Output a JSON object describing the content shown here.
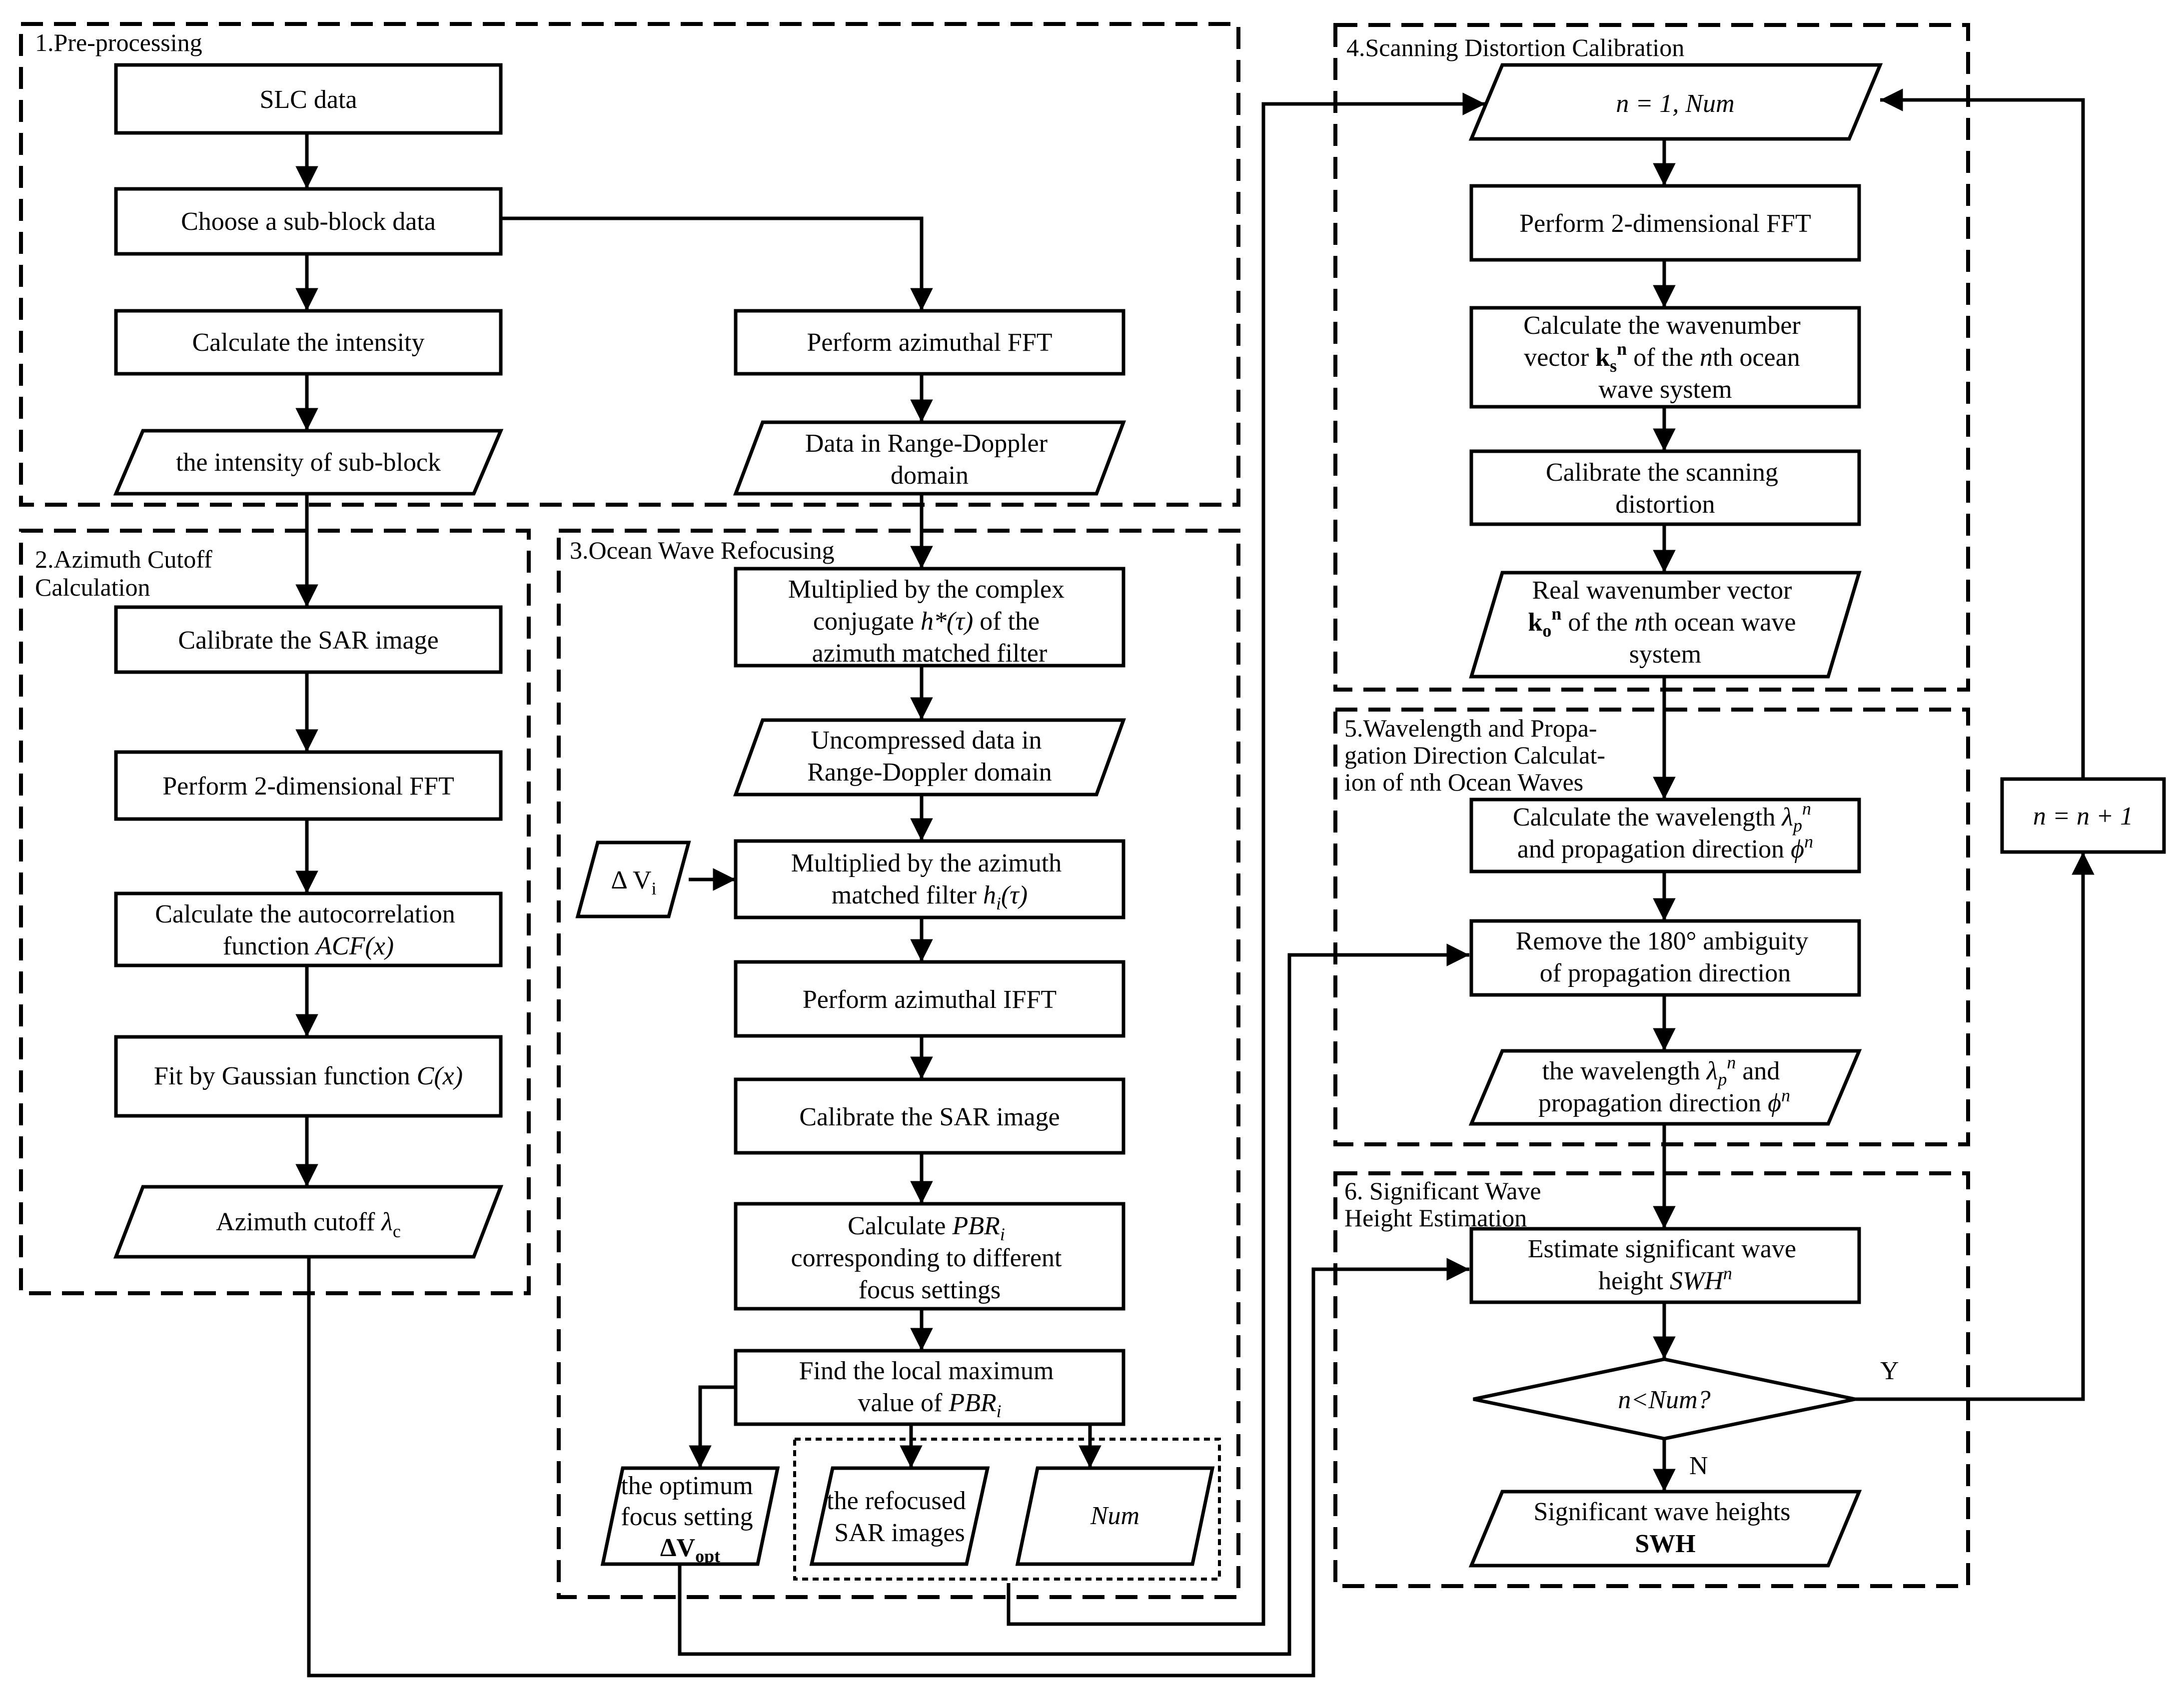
{
  "sections": {
    "s1": "1.Pre-processing",
    "s2": [
      "2.Azimuth Cutoff",
      "Calculation"
    ],
    "s3": "3.Ocean Wave Refocusing",
    "s4": "4.Scanning Distortion Calibration",
    "s5": [
      "5.Wavelength and Propa-",
      "gation Direction Calculat-",
      "ion of nth Ocean Waves"
    ],
    "s6": [
      "6. Significant Wave",
      "Height Estimation"
    ]
  },
  "nodes": {
    "slc": "SLC data",
    "choose": "Choose a sub-block data",
    "intensity": "Calculate the intensity",
    "intensity_out": "the intensity of sub-block",
    "az_fft": "Perform azimuthal FFT",
    "rd_data": [
      "Data in Range-Doppler",
      "domain"
    ],
    "calib_sar_2": "Calibrate the SAR image",
    "fft2d_2": "Perform 2-dimensional FFT",
    "acf": [
      "Calculate the autocorrelation",
      "function",
      "ACF(x)"
    ],
    "gauss": [
      "Fit by Gaussian function",
      "C(x)"
    ],
    "az_cutoff": [
      "Azimuth cutoff",
      "λ",
      "c"
    ],
    "mult_conj": [
      "Multiplied by the complex",
      "conjugate",
      "h*(τ)",
      "of the",
      "azimuth matched filter"
    ],
    "uncompressed": [
      "Uncompressed data in",
      "Range-Doppler domain"
    ],
    "delta_v": [
      "Δ V",
      "i"
    ],
    "mult_filter": [
      "Multiplied by the azimuth",
      "matched filter",
      "h",
      "i",
      "(τ)"
    ],
    "ifft": "Perform azimuthal IFFT",
    "calib_sar_3": "Calibrate the SAR image",
    "pbr": [
      "Calculate",
      "PBR",
      "i",
      "corresponding to different",
      "focus settings"
    ],
    "local_max": [
      "Find the local maximum",
      "value of",
      "PBR",
      "i"
    ],
    "optimum": [
      "the optimum",
      "focus setting",
      "ΔV",
      "opt"
    ],
    "refocused": [
      "the refocused",
      "SAR images"
    ],
    "num_out": "Num",
    "loop_start": [
      "n = 1,",
      "Num"
    ],
    "fft2d_4": "Perform 2-dimensional FFT",
    "wavenumber": [
      "Calculate the wavenumber",
      "vector",
      "k",
      "s",
      "n",
      "of the",
      "n",
      "th ocean",
      "wave system"
    ],
    "calib_scan": [
      "Calibrate the scanning",
      "distortion"
    ],
    "real_wn": [
      "Real wavenumber vector",
      "k",
      "o",
      "n",
      "of the",
      "n",
      "th ocean wave",
      "system"
    ],
    "wavelength": [
      "Calculate the wavelength",
      "λ",
      "p",
      "n",
      "and propagation direction",
      "ϕ",
      "n"
    ],
    "ambiguity": [
      "Remove the 180° ambiguity",
      "of propagation direction"
    ],
    "wl_out": [
      "the wavelength",
      "λ",
      "p",
      "n",
      "and",
      "propagation direction",
      "ϕ",
      "n"
    ],
    "swh_est": [
      "Estimate significant wave",
      "height",
      "SWH",
      "n"
    ],
    "decision": "n<Num?",
    "swh_out": [
      "Significant wave heights",
      "SWH"
    ],
    "increment": "n = n + 1"
  },
  "edge_labels": {
    "yes": "Y",
    "no": "N"
  }
}
